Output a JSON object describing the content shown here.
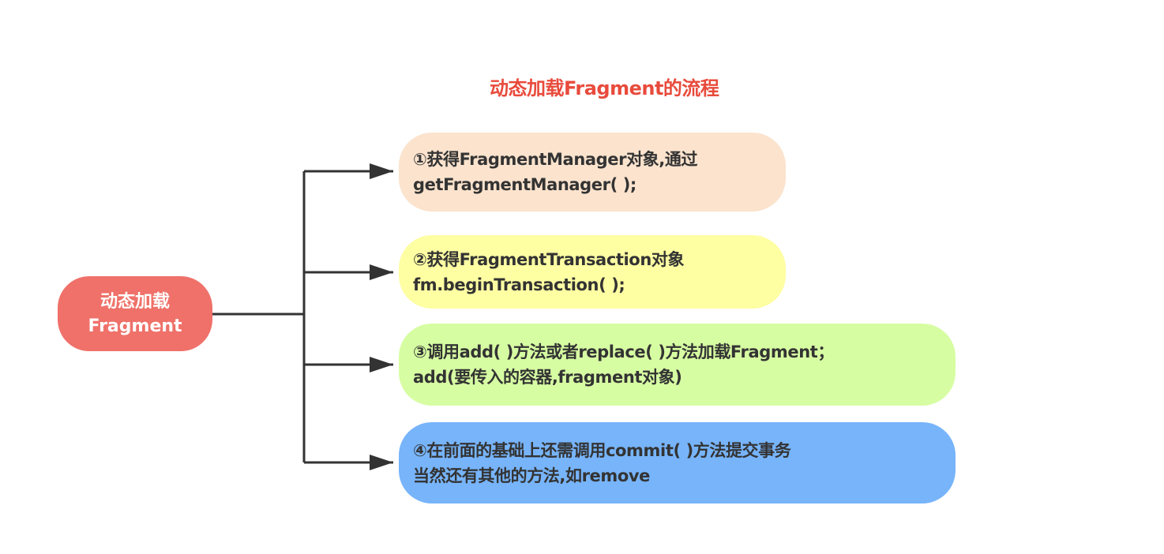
{
  "diagram": {
    "title": "动态加载Fragment的流程",
    "colors": {
      "title": "#e84b3c",
      "root_fill": "#ef7169",
      "connector": "#333333",
      "step1_fill": "#fbe3cd",
      "step2_fill": "#fefea3",
      "step3_fill": "#d7fda3",
      "step4_fill": "#77b4fa"
    },
    "root": {
      "line1": "动态加载",
      "line2": "Fragment"
    },
    "steps": [
      {
        "line1": "①获得FragmentManager对象,通过",
        "line2": "getFragmentManager( );"
      },
      {
        "line1": "②获得FragmentTransaction对象",
        "line2": "fm.beginTransaction( );"
      },
      {
        "line1": "③调用add( )方法或者replace( )方法加载Fragment；",
        "line2": "add(要传入的容器,fragment对象)"
      },
      {
        "line1": "④在前面的基础上还需调用commit( )方法提交事务",
        "line2": "当然还有其他的方法,如remove"
      }
    ]
  }
}
